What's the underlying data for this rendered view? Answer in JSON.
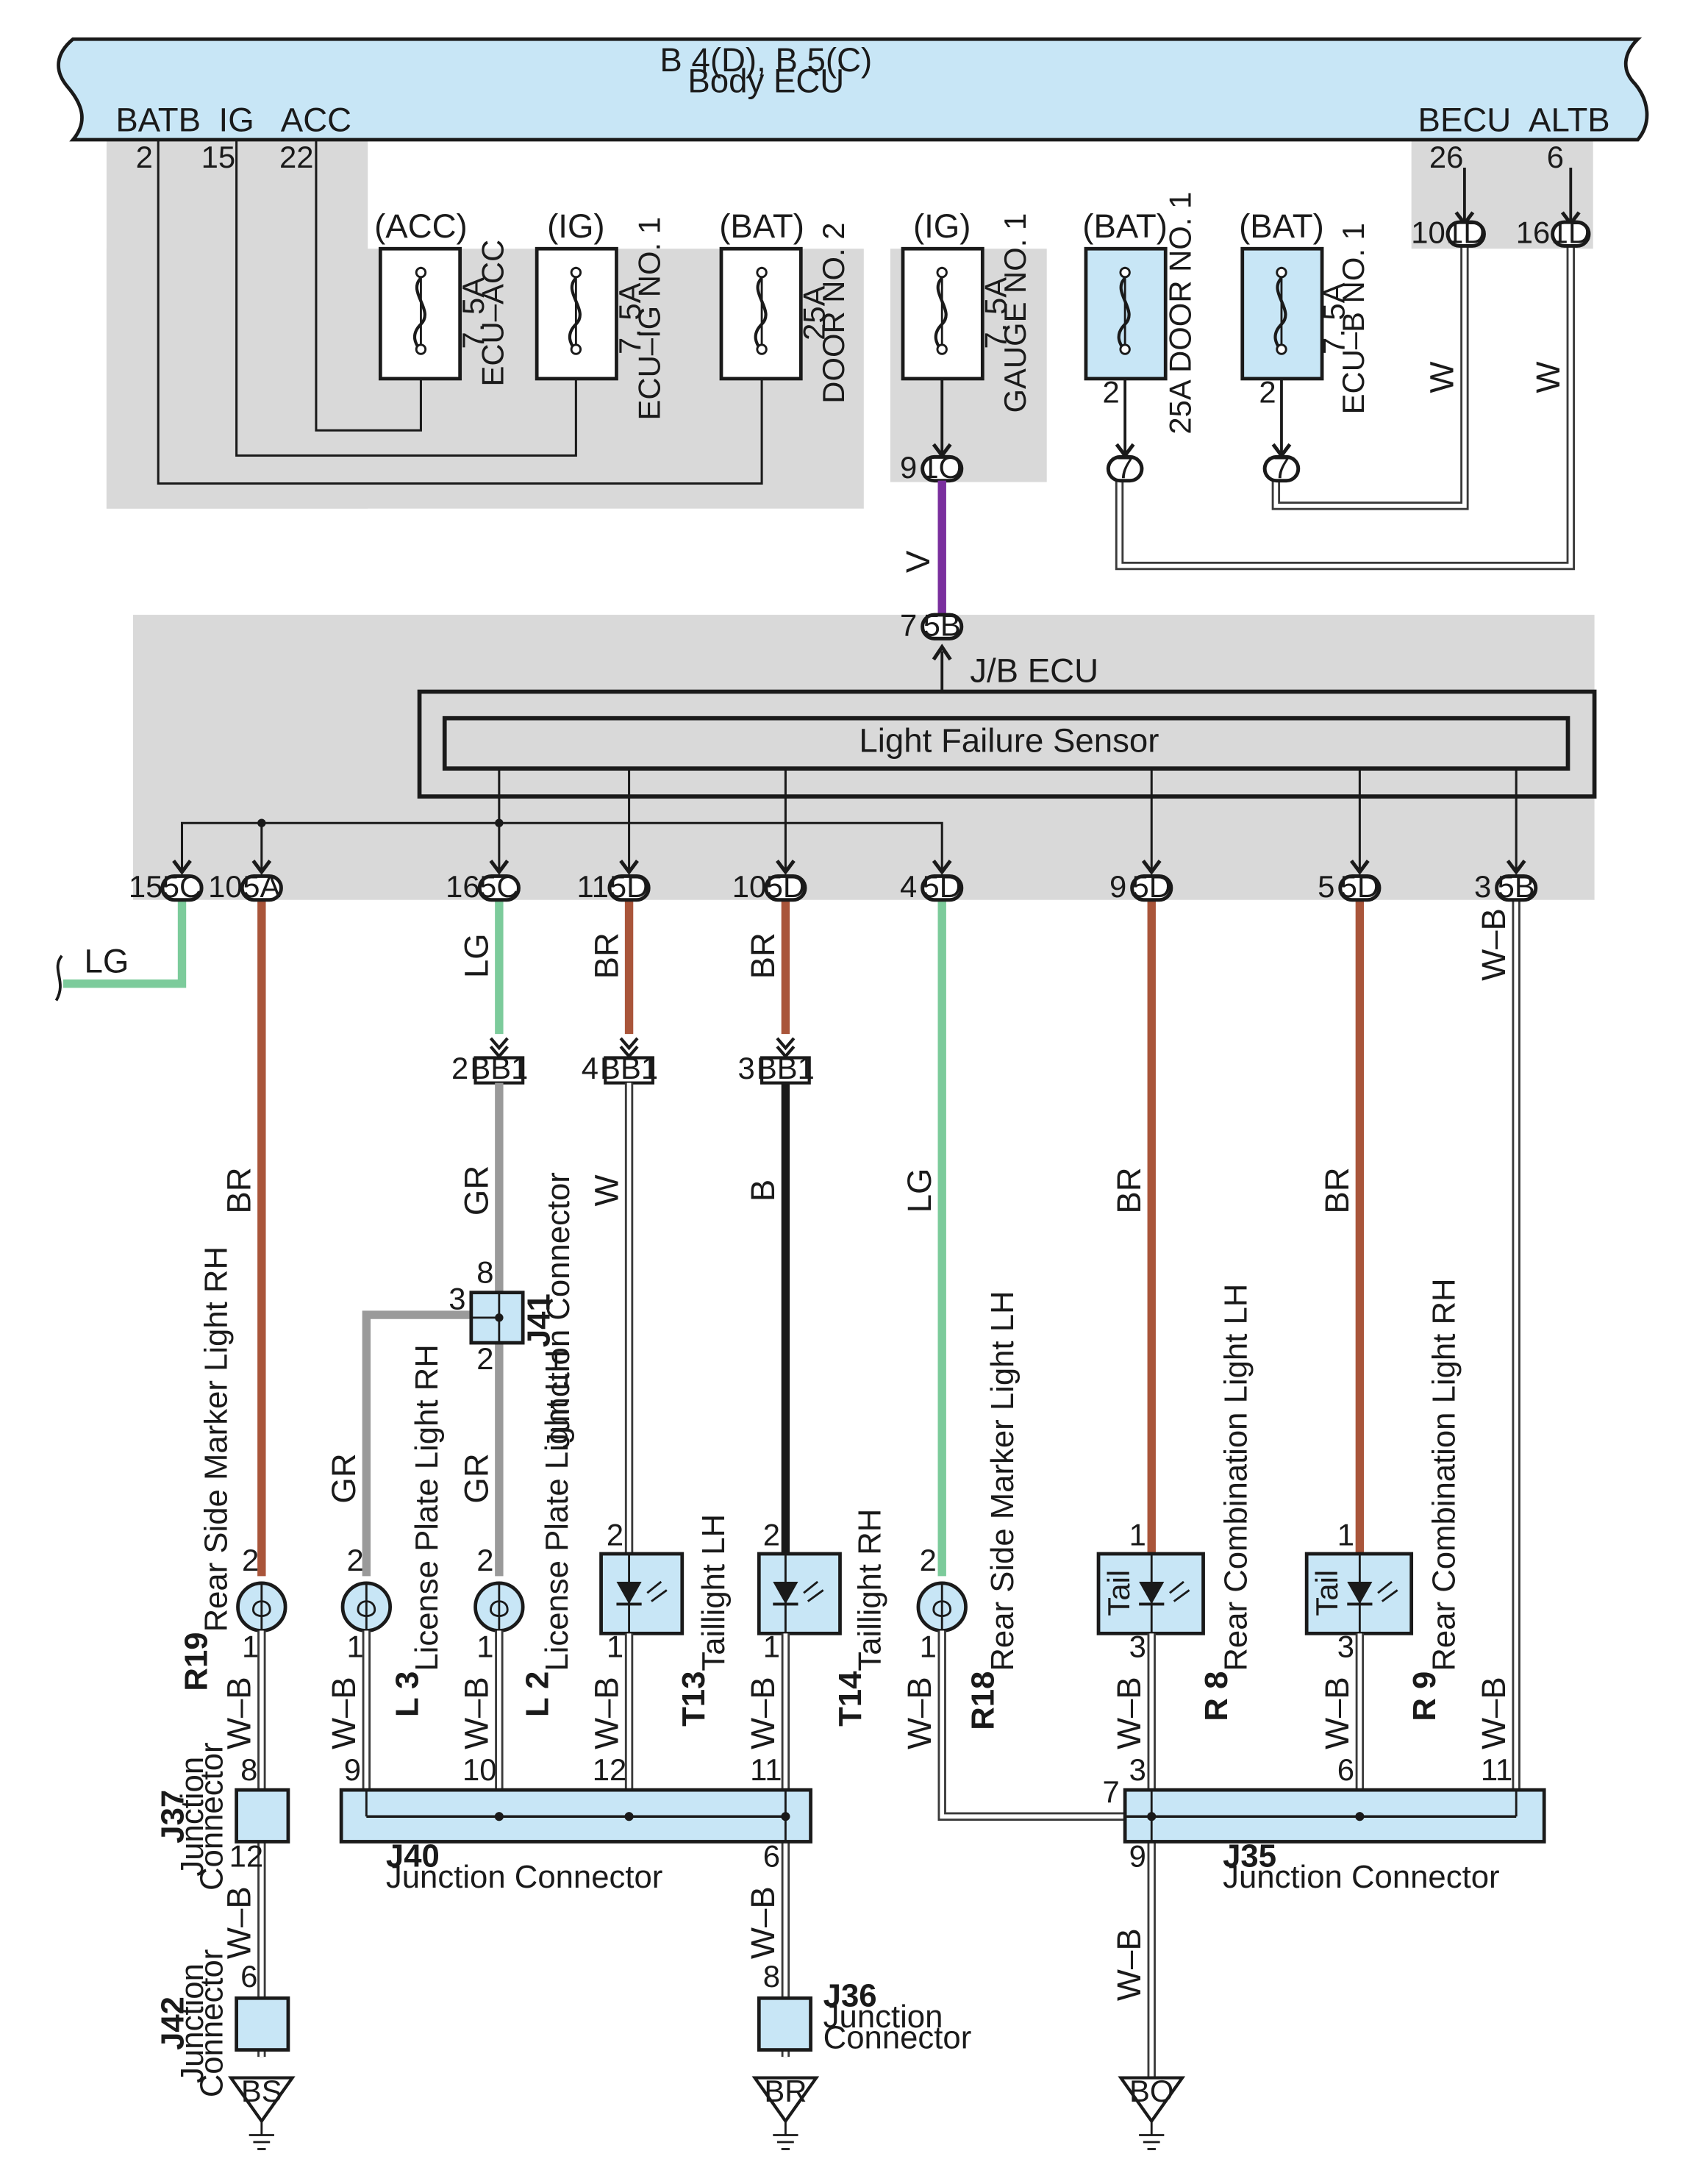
{
  "body_ecu": {
    "connector": "B 4(D), B 5(C)",
    "name": "Body ECU",
    "terminals": {
      "batb": {
        "label": "BATB",
        "pin": "2"
      },
      "ig": {
        "label": "IG",
        "pin": "15"
      },
      "acc": {
        "label": "ACC",
        "pin": "22"
      },
      "becu": {
        "label": "BECU",
        "pin": "26"
      },
      "altb": {
        "label": "ALTB",
        "pin": "6"
      }
    }
  },
  "fuses": {
    "ecu_acc": {
      "source": "(ACC)",
      "rating": "7. 5A",
      "name": "ECU–ACC"
    },
    "ecu_ig1": {
      "source": "(IG)",
      "rating": "7. 5A",
      "name": "ECU–IG NO. 1"
    },
    "door2": {
      "source": "(BAT)",
      "rating": "25A",
      "name": "DOOR NO. 2"
    },
    "gauge1": {
      "source": "(IG)",
      "rating": "7. 5A",
      "name": "GAUGE NO. 1"
    },
    "door1": {
      "source": "(BAT)",
      "rating": "25A DOOR NO. 1",
      "pin": "2"
    },
    "ecub1": {
      "source": "(BAT)",
      "rating": "7. 5A",
      "name": "ECU–B NO. 1",
      "pin": "2"
    }
  },
  "connectors": {
    "c1d_10": {
      "id": "1D",
      "pin": "10"
    },
    "c1d_16": {
      "id": "1D",
      "pin": "16"
    },
    "c1o_9": {
      "id": "1O",
      "pin": "9"
    },
    "c7_a": {
      "id": "7"
    },
    "c7_b": {
      "id": "7"
    },
    "c5b_7": {
      "id": "5B",
      "pin": "7"
    },
    "c5c_15": {
      "id": "5C",
      "pin": "15"
    },
    "c5a_10": {
      "id": "5A",
      "pin": "10"
    },
    "c5c_16": {
      "id": "5C",
      "pin": "16"
    },
    "c5d_11": {
      "id": "5D",
      "pin": "11"
    },
    "c5d_10": {
      "id": "5D",
      "pin": "10"
    },
    "c5d_4": {
      "id": "5D",
      "pin": "4"
    },
    "c5d_9": {
      "id": "5D",
      "pin": "9"
    },
    "c5d_5": {
      "id": "5D",
      "pin": "5"
    },
    "c5b_3": {
      "id": "5B",
      "pin": "3"
    },
    "bb1_2": {
      "id": "BB1",
      "pin": "2"
    },
    "bb1_4": {
      "id": "BB1",
      "pin": "4"
    },
    "bb1_3": {
      "id": "BB1",
      "pin": "3"
    }
  },
  "jb_ecu": {
    "name": "J/B ECU",
    "sensor": "Light Failure Sensor"
  },
  "wire_colors": {
    "V": "#7a2f9e",
    "LG": "#7ccb9b",
    "BR": "#a9553a",
    "GR": "#9a9a9a",
    "W": "#ffffff",
    "B": "#1a1a1a",
    "W-B": "#ffffff",
    "fill": "#c8e6f6"
  },
  "wires": {
    "w_becu": "W",
    "w_altb": "W",
    "v": "V",
    "lg_left": "LG",
    "br_5a": "BR",
    "lg_5c": "LG",
    "br_11": "BR",
    "br_10": "BR",
    "lg_4": "LG",
    "br_9": "BR",
    "br_5": "BR",
    "wb_3": "W–B",
    "gr_bb1": "GR",
    "w_bb1": "W",
    "b_bb1": "B",
    "gr_l3": "GR",
    "gr_l2": "GR",
    "wb_r19": "W–B",
    "wb_l3": "W–B",
    "wb_l2": "W–B",
    "wb_t13": "W–B",
    "wb_t14": "W–B",
    "wb_r18": "W–B",
    "wb_r8": "W–B",
    "wb_r9": "W–B",
    "wb_j37": "W–B",
    "wb_j40": "W–B",
    "wb_j35": "W–B"
  },
  "components": {
    "r19": {
      "id": "R19",
      "name": "Rear Side Marker Light RH",
      "pin_top": "2",
      "pin_bot": "1"
    },
    "l3": {
      "id": "L 3",
      "name": "License Plate Light RH",
      "pin_top": "2",
      "pin_bot": "1"
    },
    "l2": {
      "id": "L 2",
      "name": "License Plate Light LH",
      "pin_top": "2",
      "pin_bot": "1"
    },
    "t13": {
      "id": "T13",
      "name": "Taillight LH",
      "pin_top": "2",
      "pin_bot": "1"
    },
    "t14": {
      "id": "T14",
      "name": "Taillight RH",
      "pin_top": "2",
      "pin_bot": "1"
    },
    "r18": {
      "id": "R18",
      "name": "Rear Side Marker Light LH",
      "pin_top": "2",
      "pin_bot": "1"
    },
    "r8": {
      "id": "R 8",
      "name": "Rear Combination Light LH",
      "tag": "Tail",
      "pin_top": "1",
      "pin_bot": "3"
    },
    "r9": {
      "id": "R 9",
      "name": "Rear Combination Light RH",
      "tag": "Tail",
      "pin_top": "1",
      "pin_bot": "3"
    }
  },
  "junctions": {
    "j41": {
      "id": "J41",
      "name": "Junction Connector",
      "pins": {
        "top": "8",
        "left": "3",
        "bottom": "2"
      }
    },
    "j37": {
      "id": "J37",
      "name": "Junction Connector",
      "pins": {
        "top": "8",
        "bottom": "12"
      }
    },
    "j42": {
      "id": "J42",
      "name": "Junction Connector",
      "pins": {
        "top": "6"
      }
    },
    "j40": {
      "id": "J40",
      "name": "Junction Connector",
      "pins": {
        "p9": "9",
        "p10": "10",
        "p12": "12",
        "p11": "11",
        "p6": "6"
      }
    },
    "j36": {
      "id": "J36",
      "name": "Junction Connector",
      "pins": {
        "top": "8"
      }
    },
    "j35": {
      "id": "J35",
      "name": "Junction Connector",
      "pins": {
        "p7": "7",
        "p3": "3",
        "p6": "6",
        "p11": "11",
        "p9": "9"
      }
    }
  },
  "grounds": {
    "bs": "BS",
    "br": "BR",
    "bo": "BO"
  }
}
